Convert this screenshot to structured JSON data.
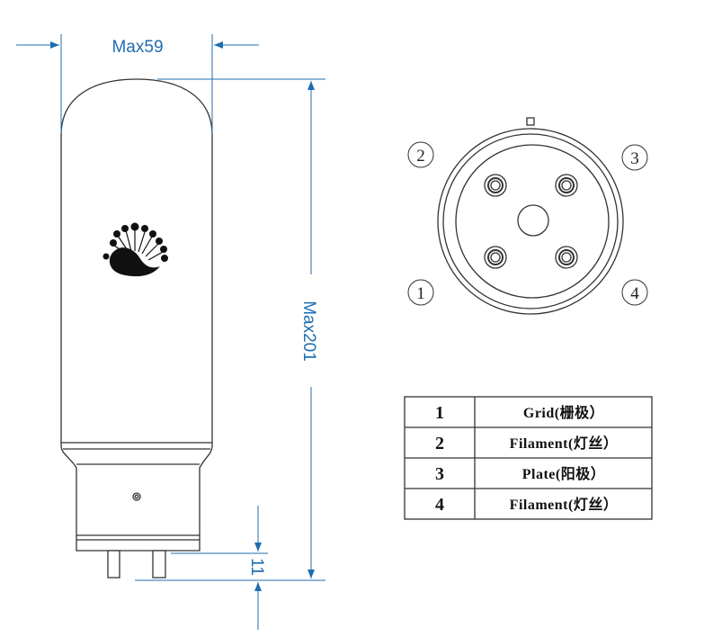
{
  "dimensions": {
    "width": "Max59",
    "height": "Max201",
    "pin_length": "11"
  },
  "socket": {
    "pin_labels": [
      "1",
      "2",
      "3",
      "4"
    ]
  },
  "pin_table": {
    "rows": [
      {
        "pin": "1",
        "function": "Grid(栅极）"
      },
      {
        "pin": "2",
        "function": "Filament(灯丝）"
      },
      {
        "pin": "3",
        "function": "Plate(阳极）"
      },
      {
        "pin": "4",
        "function": "Filament(灯丝）"
      }
    ]
  },
  "colors": {
    "dimension": "#1f6db0",
    "outline": "#333333"
  }
}
